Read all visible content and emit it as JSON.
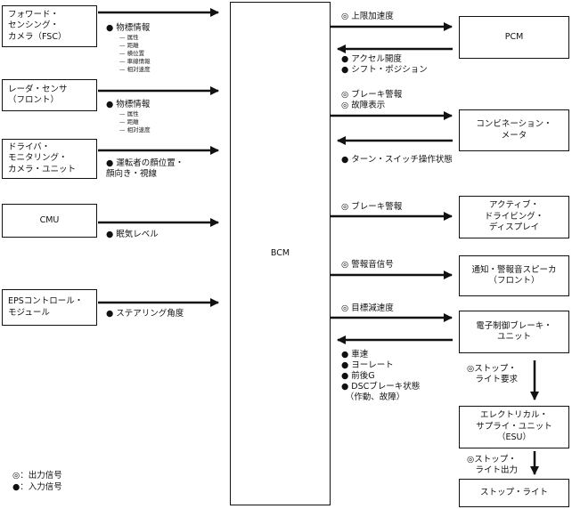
{
  "center": {
    "label": "BCM"
  },
  "left_boxes": [
    {
      "id": "fsc",
      "label": "フォワード・\nセンシング・\nカメラ（FSC）",
      "signal": "● 物標情報",
      "subs": "— 属性\n— 距離\n— 横位置\n— 車線情報\n— 相対速度"
    },
    {
      "id": "radar",
      "label": "レーダ・センサ\n（フロント）",
      "signal": "● 物標情報",
      "subs": "— 属性\n— 距離\n— 相対速度"
    },
    {
      "id": "dmc",
      "label": "ドライバ・\nモニタリング・\nカメラ・ユニット",
      "signal": "● 運転者の顔位置・\n顔向き・視線",
      "subs": ""
    },
    {
      "id": "cmu",
      "label": "CMU",
      "signal": "● 眠気レベル",
      "subs": ""
    },
    {
      "id": "eps",
      "label": "EPSコントロール・\nモジュール",
      "signal": "● ステアリング角度",
      "subs": ""
    }
  ],
  "right_boxes": [
    {
      "id": "pcm",
      "label": "PCM"
    },
    {
      "id": "meter",
      "label": "コンビネーション・\nメータ"
    },
    {
      "id": "adisplay",
      "label": "アクティブ・\nドライビング・\nディスプレイ"
    },
    {
      "id": "speaker",
      "label": "通知・警報音スピーカ\n（フロント）"
    },
    {
      "id": "brake",
      "label": "電子制御ブレーキ・\nユニット"
    },
    {
      "id": "esu",
      "label": "エレクトリカル・\nサプライ・ユニット\n（ESU）"
    },
    {
      "id": "stoplight",
      "label": "ストップ・ライト"
    }
  ],
  "right_signals": {
    "pcm_out": "◎ 上限加速度",
    "pcm_in": "● アクセル開度\n● シフト・ポジション",
    "meter_out": "◎ ブレーキ警報\n◎ 故障表示",
    "meter_in": "● ターン・スイッチ操作状態",
    "adisplay_out": "◎ ブレーキ警報",
    "speaker_out": "◎ 警報音信号",
    "brake_out": "◎ 目標減速度",
    "brake_in": "● 車速\n● ヨーレート\n● 前後G\n● DSCブレーキ状態\n　（作動、故障）",
    "brake_to_esu": "◎ストップ・\n　ライト要求",
    "esu_to_light": "◎ストップ・\n　ライト出力"
  },
  "legend": {
    "output": "◎：出力信号",
    "input": "●：入力信号"
  }
}
